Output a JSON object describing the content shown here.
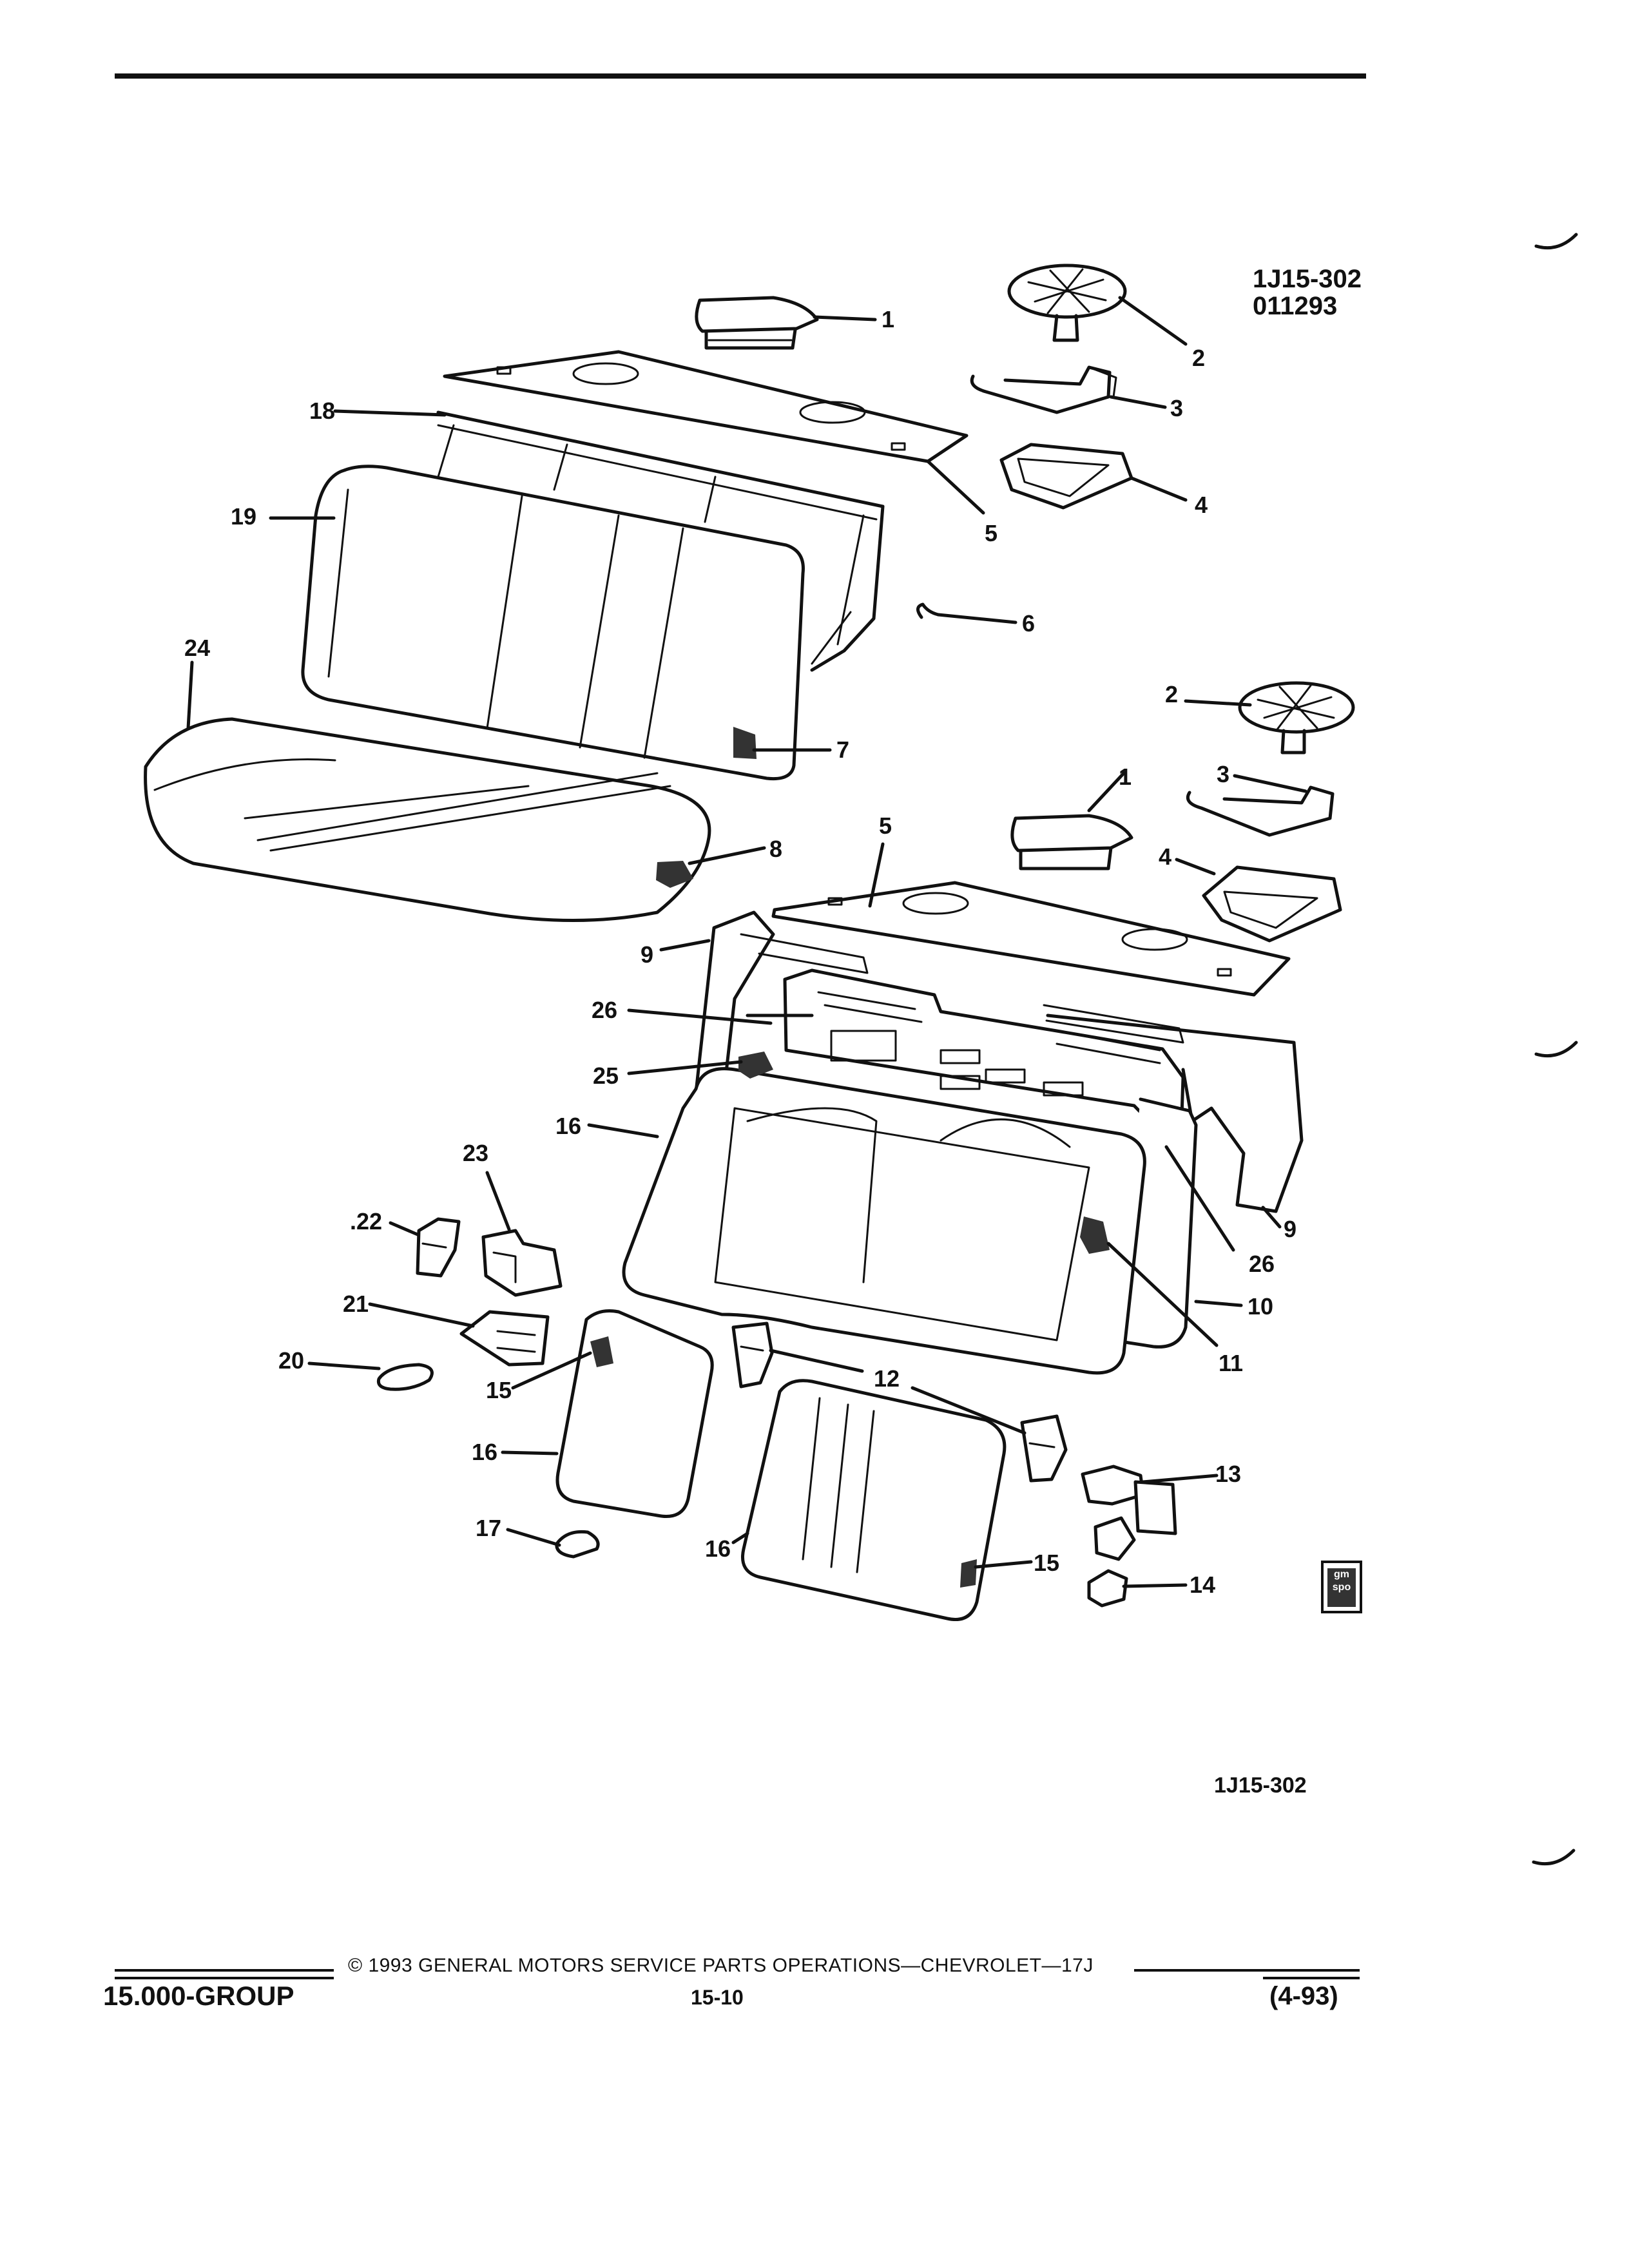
{
  "figure": {
    "code_top": "1J15-302",
    "date_code": "011293",
    "code_bottom": "1J15-302"
  },
  "callouts": [
    "1",
    "2",
    "3",
    "4",
    "5",
    "6",
    "7",
    "8",
    "9",
    "10",
    "11",
    "12",
    "13",
    "14",
    "15",
    "16",
    "17",
    "18",
    "19",
    "20",
    "21",
    "22",
    "23",
    "24",
    "25",
    "26"
  ],
  "labels": {
    "c1a": "1",
    "c2a": "2",
    "c3a": "3",
    "c4a": "4",
    "c5a": "5",
    "c6": "6",
    "c7": "7",
    "c8": "8",
    "c18": "18",
    "c19": "19",
    "c24": "24",
    "c2b": "2",
    "c1b": "1",
    "c3b": "3",
    "c4b": "4",
    "c5b": "5",
    "c9a": "9",
    "c26a": "26",
    "c25": "25",
    "c16a": "16",
    "c23": "23",
    "c22": ".22",
    "c21": "21",
    "c20": "20",
    "c15a": "15",
    "c16b": "16",
    "c17": "17",
    "c12": "12",
    "c16c": "16",
    "c15b": "15",
    "c13": "13",
    "c14": "14",
    "c9b": "9",
    "c26b": "26",
    "c10": "10",
    "c11": "11"
  },
  "footer": {
    "copyright": "© 1993  GENERAL MOTORS SERVICE PARTS OPERATIONS—CHEVROLET—17J",
    "group": "15.000-GROUP",
    "page": "15-10",
    "revision": "(4-93)"
  },
  "logo_text": "gm spo"
}
